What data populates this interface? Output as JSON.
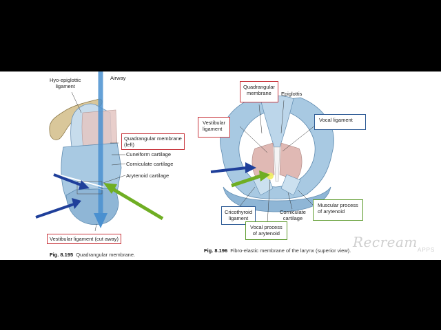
{
  "fig_left": {
    "labels": {
      "hyo_epiglottic": "Hyo-epiglottic\nligament",
      "airway": "Airway",
      "quadrangular_left": "Quadrangular membrane\n(left)",
      "cuneiform": "Cuneiform cartilage",
      "corniculate": "Corniculate cartilage",
      "arytenoid": "Arytenoid cartilage",
      "vestibular_cut": "Vestibular ligament (cut away)"
    },
    "caption_num": "Fig. 8.195",
    "caption_text": "Quadrangular membrane."
  },
  "fig_right": {
    "labels": {
      "quadrangular": "Quadrangular\nmembrane",
      "epiglottis": "Epiglottis",
      "vestibular": "Vestibular\nligament",
      "vocal": "Vocal ligament",
      "cricothyroid": "Cricothyroid\nligament",
      "corniculate": "Corniculate\ncartilage",
      "muscular_process": "Muscular process\nof arytenoid",
      "vocal_process": "Vocal process\nof arytenoid"
    },
    "caption_num": "Fig. 8.196",
    "caption_text": "Fibro-elastic membrane of the larynx (superior view)."
  },
  "watermark": {
    "brand": "Recream",
    "sub": "APPS"
  },
  "colors": {
    "red_box": "#c8343b",
    "blue_box": "#2f5c96",
    "green_box": "#5c9a2c",
    "arrow_blue": "#1f3f9a",
    "arrow_green": "#6fae23",
    "cartilage": "#a8c9e2"
  }
}
